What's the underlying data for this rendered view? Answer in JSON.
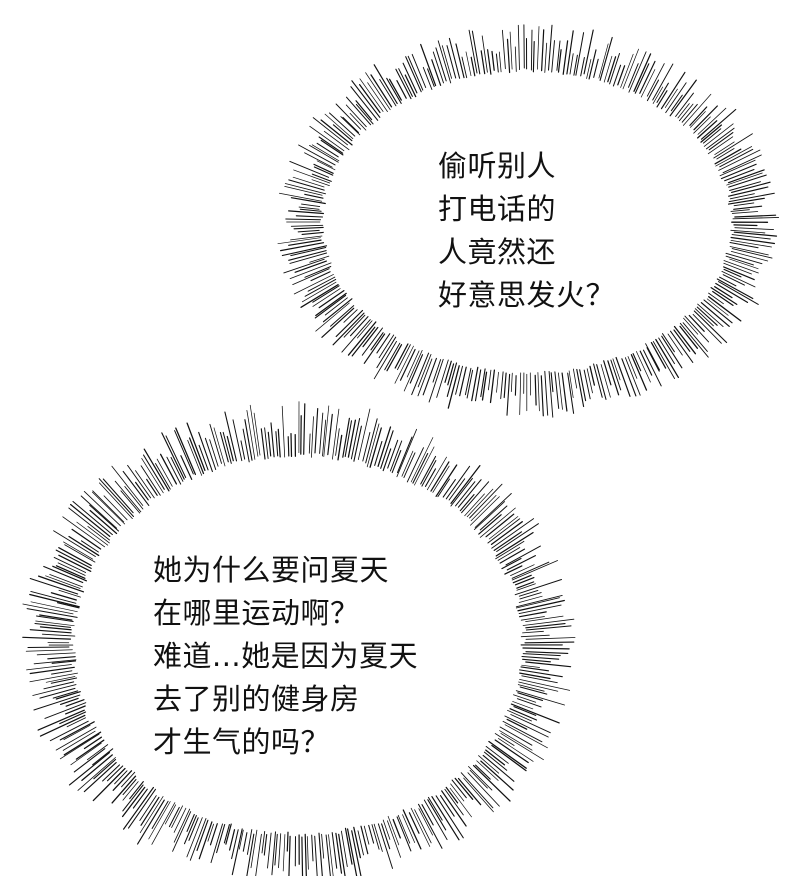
{
  "bubbles": [
    {
      "lines": [
        "偷听别人",
        "打电话的",
        "人竟然还",
        "好意思发火？"
      ]
    },
    {
      "lines": [
        "她为什么要问夏天",
        "在哪里运动啊？",
        "难道...她是因为夏天",
        "去了别的健身房",
        "才生气的吗？"
      ]
    }
  ],
  "colors": {
    "background": "#ffffff",
    "ink": "#111111"
  }
}
